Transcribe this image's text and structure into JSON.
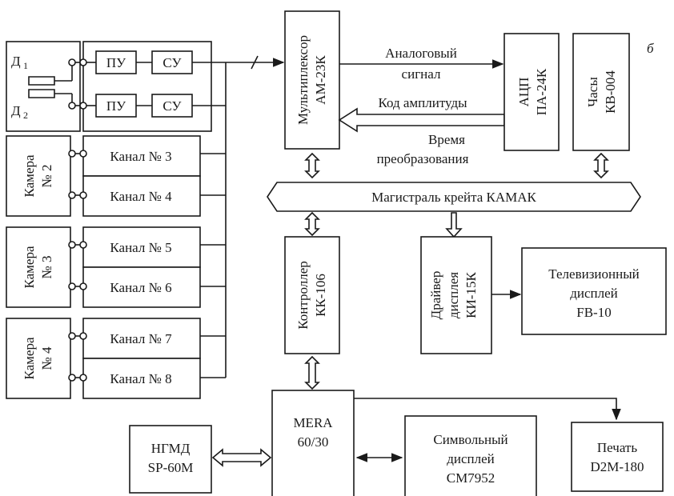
{
  "figure_label": "б",
  "sensors": {
    "d1": "Д",
    "d1_sub": "1",
    "d2": "Д",
    "d2_sub": "2",
    "row1": {
      "pu": "ПУ",
      "su": "СУ"
    },
    "row2": {
      "pu": "ПУ",
      "su": "СУ"
    }
  },
  "cameras": [
    {
      "line1": "Камера",
      "line2": "№ 2",
      "channels": [
        "Канал № 3",
        "Канал № 4"
      ]
    },
    {
      "line1": "Камера",
      "line2": "№ 3",
      "channels": [
        "Канал № 5",
        "Канал № 6"
      ]
    },
    {
      "line1": "Камера",
      "line2": "№ 4",
      "channels": [
        "Канал № 7",
        "Канал № 8"
      ]
    }
  ],
  "multiplexer": {
    "line1": "Мультиплексор",
    "line2": "АМ-23К"
  },
  "adc": {
    "line1": "АЦП",
    "line2": "ПА-24К"
  },
  "clock": {
    "line1": "Часы",
    "line2": "КВ-004"
  },
  "signals": {
    "analog_line1": "Аналоговый",
    "analog_line2": "сигнал",
    "amplitude_code": "Код амплитуды",
    "conv_time_line1": "Время",
    "conv_time_line2": "преобразования"
  },
  "bus": {
    "label": "Магистраль крейта КАМАК"
  },
  "controller": {
    "line1": "Контроллер",
    "line2": "КК-106"
  },
  "display_driver": {
    "line1": "Драйвер",
    "line2": "дисплея",
    "line3": "КИ-15К"
  },
  "tv_display": {
    "line1": "Телевизионный",
    "line2": "дисплей",
    "line3": "FB-10"
  },
  "mera": {
    "line1": "MERA",
    "line2": "60/30"
  },
  "ngmd": {
    "line1": "НГМД",
    "line2": "SP-60M"
  },
  "symbol_display": {
    "line1": "Символьный",
    "line2": "дисплей",
    "line3": "CM7952"
  },
  "printer": {
    "line1": "Печать",
    "line2": "D2M-180"
  }
}
